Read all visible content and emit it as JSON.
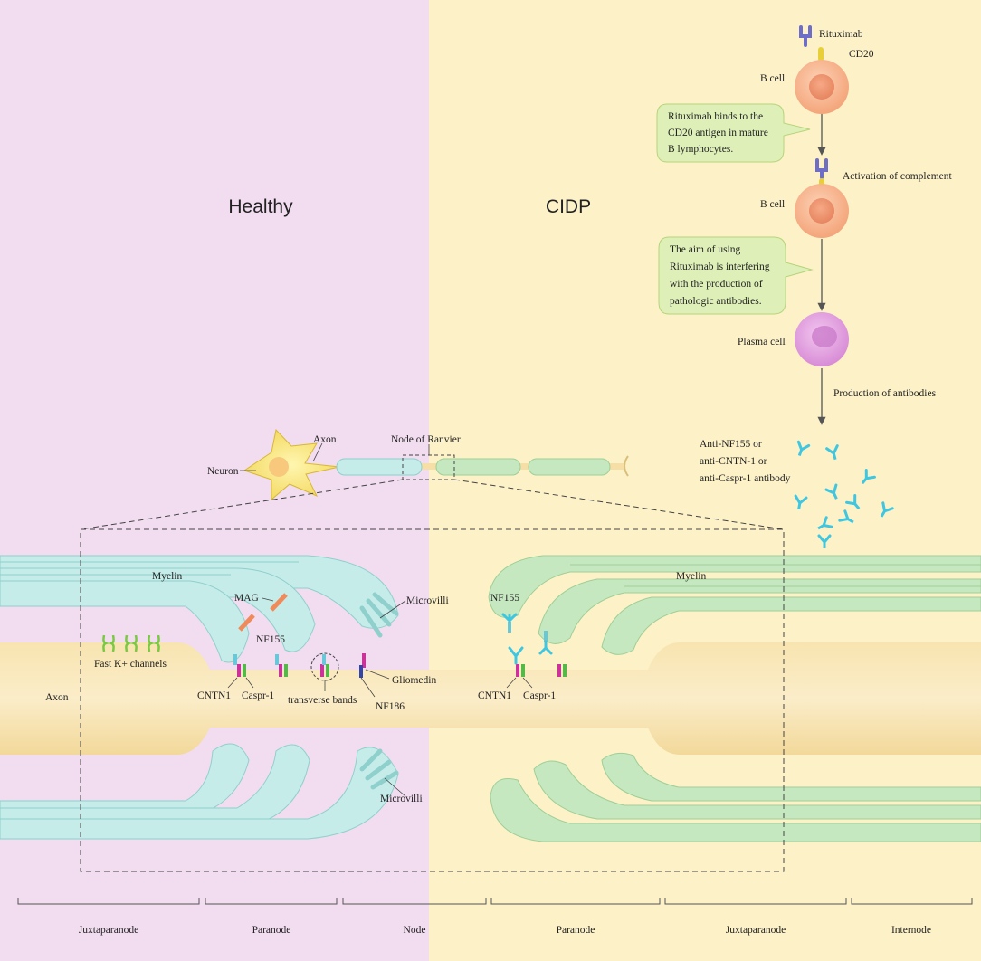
{
  "panels": {
    "healthy_title": "Healthy",
    "cidp_title": "CIDP"
  },
  "pathway": {
    "rituximab": "Rituximab",
    "cd20": "CD20",
    "b_cell_1": "B cell",
    "bubble_1": [
      "Rituximab binds to the",
      "CD20 antigen in mature",
      "B lymphocytes."
    ],
    "activation": "Activation of complement",
    "b_cell_2": "B cell",
    "bubble_2": [
      "The aim of using",
      "Rituximab is interfering",
      "with the production of",
      "pathologic antibodies."
    ],
    "plasma_cell": "Plasma cell",
    "production": "Production of antibodies",
    "antibody_label": [
      "Anti-NF155 or",
      "anti-CNTN-1 or",
      "anti-Caspr-1 antibody"
    ]
  },
  "neuron": {
    "neuron": "Neuron",
    "axon": "Axon",
    "node_of_ranvier": "Node of Ranvier"
  },
  "detail": {
    "myelin_left": "Myelin",
    "myelin_right": "Myelin",
    "mag": "MAG",
    "nf155_left": "NF155",
    "nf155_right": "NF155",
    "microvilli_top": "Microvilli",
    "microvilli_bottom": "Microvilli",
    "fast_k": "Fast K+ channels",
    "axon": "Axon",
    "cntn1_left": "CNTN1",
    "caspr1_left": "Caspr-1",
    "transverse": "transverse bands",
    "gliomedin": "Gliomedin",
    "nf186": "NF186",
    "cntn1_right": "CNTN1",
    "caspr1_right": "Caspr-1"
  },
  "segments": [
    "Juxtaparanode",
    "Paranode",
    "Node",
    "Paranode",
    "Juxtaparanode",
    "Internode"
  ],
  "colors": {
    "healthy_bg": "#f2dcf0",
    "cidp_bg": "#fdf1c8",
    "axon": "#f6dfa6",
    "myelin_healthy": "#c6ecea",
    "myelin_cidp": "#c6e8c0",
    "b_cell": "#f7b78f",
    "plasma_cell": "#e3a6e0",
    "antibody": "#3fc6e0"
  }
}
